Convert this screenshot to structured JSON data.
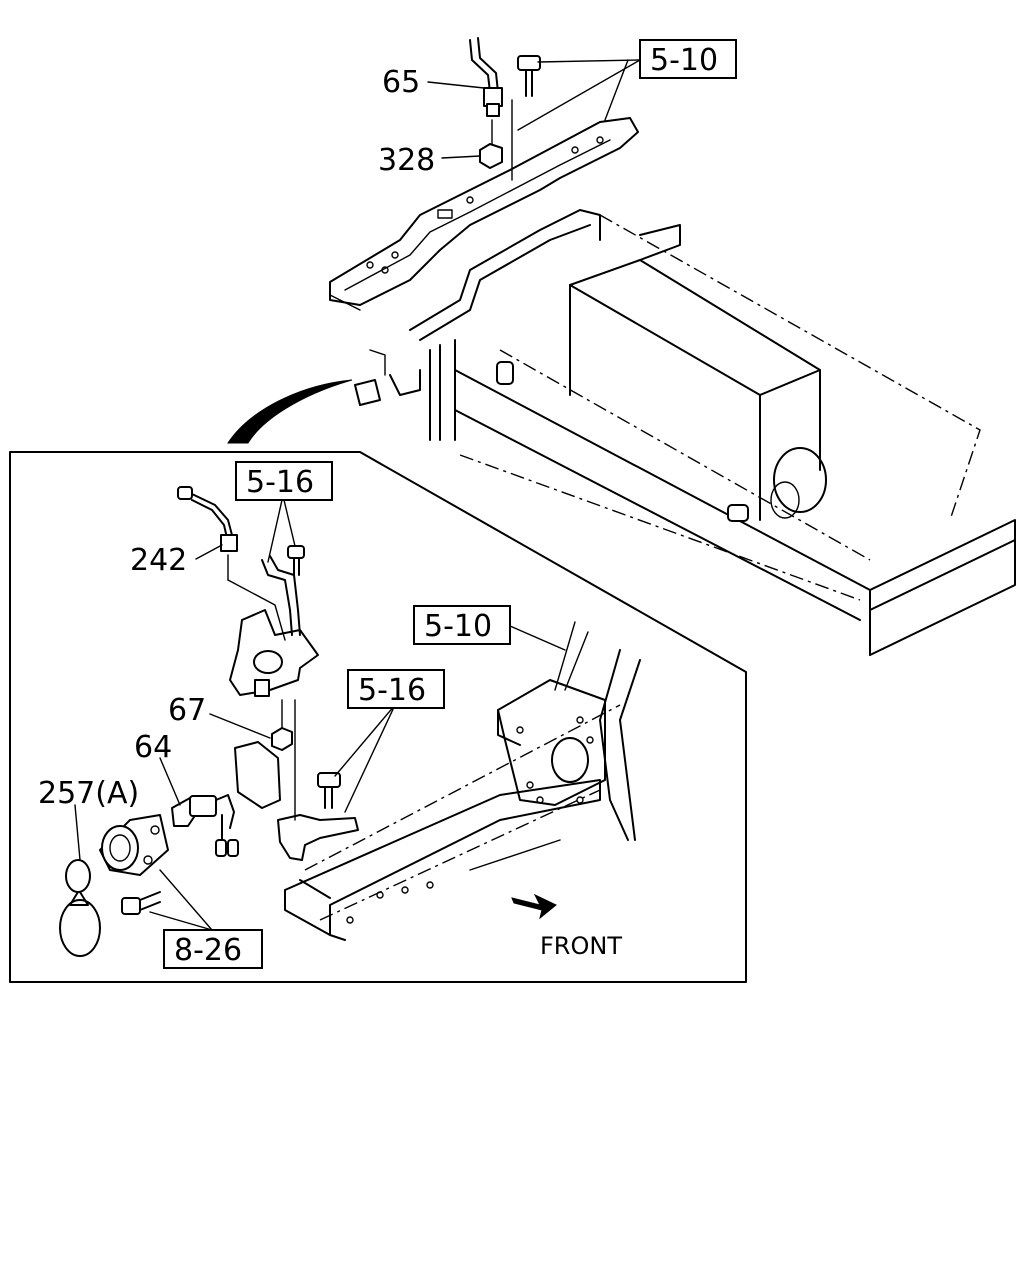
{
  "labels": {
    "ref_5_10_top": "5-10",
    "part_65": "65",
    "part_328": "328",
    "ref_5_16_upper": "5-16",
    "part_242": "242",
    "ref_5_10_inset": "5-10",
    "ref_5_16_lower": "5-16",
    "part_67": "67",
    "part_64": "64",
    "part_257": "257(A)",
    "ref_8_26": "8-26",
    "direction": "FRONT"
  }
}
